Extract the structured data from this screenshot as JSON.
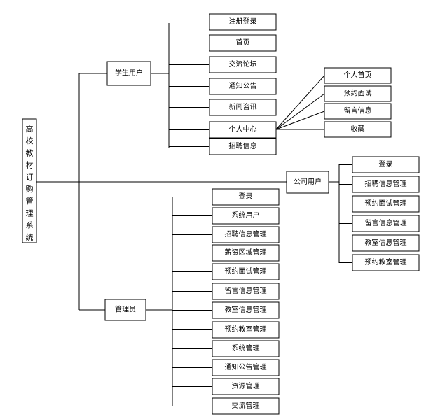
{
  "root": {
    "label": "高校教材订购管理系统"
  },
  "branches": [
    {
      "label": "学生用户",
      "children": [
        "注册登录",
        "首页",
        "交流论坛",
        "通知公告",
        "新闻咨讯",
        "个人中心",
        "招聘信息"
      ],
      "sub": {
        "parent": "个人中心",
        "children": [
          "个人首页",
          "预约面试",
          "留言信息",
          "收藏"
        ]
      }
    },
    {
      "label": "公司用户",
      "children": [
        "登录",
        "招聘信息管理",
        "预约面试管理",
        "留言信息管理",
        "教室信息管理",
        "预约教室管理"
      ]
    },
    {
      "label": "管理员",
      "children": [
        "登录",
        "系统用户",
        "招聘信息管理",
        "薪资区域管理",
        "预约面试管理",
        "留言信息管理",
        "教室信息管理",
        "预约教室管理",
        "系统管理",
        "通知公告管理",
        "资源管理",
        "交流管理"
      ]
    }
  ]
}
